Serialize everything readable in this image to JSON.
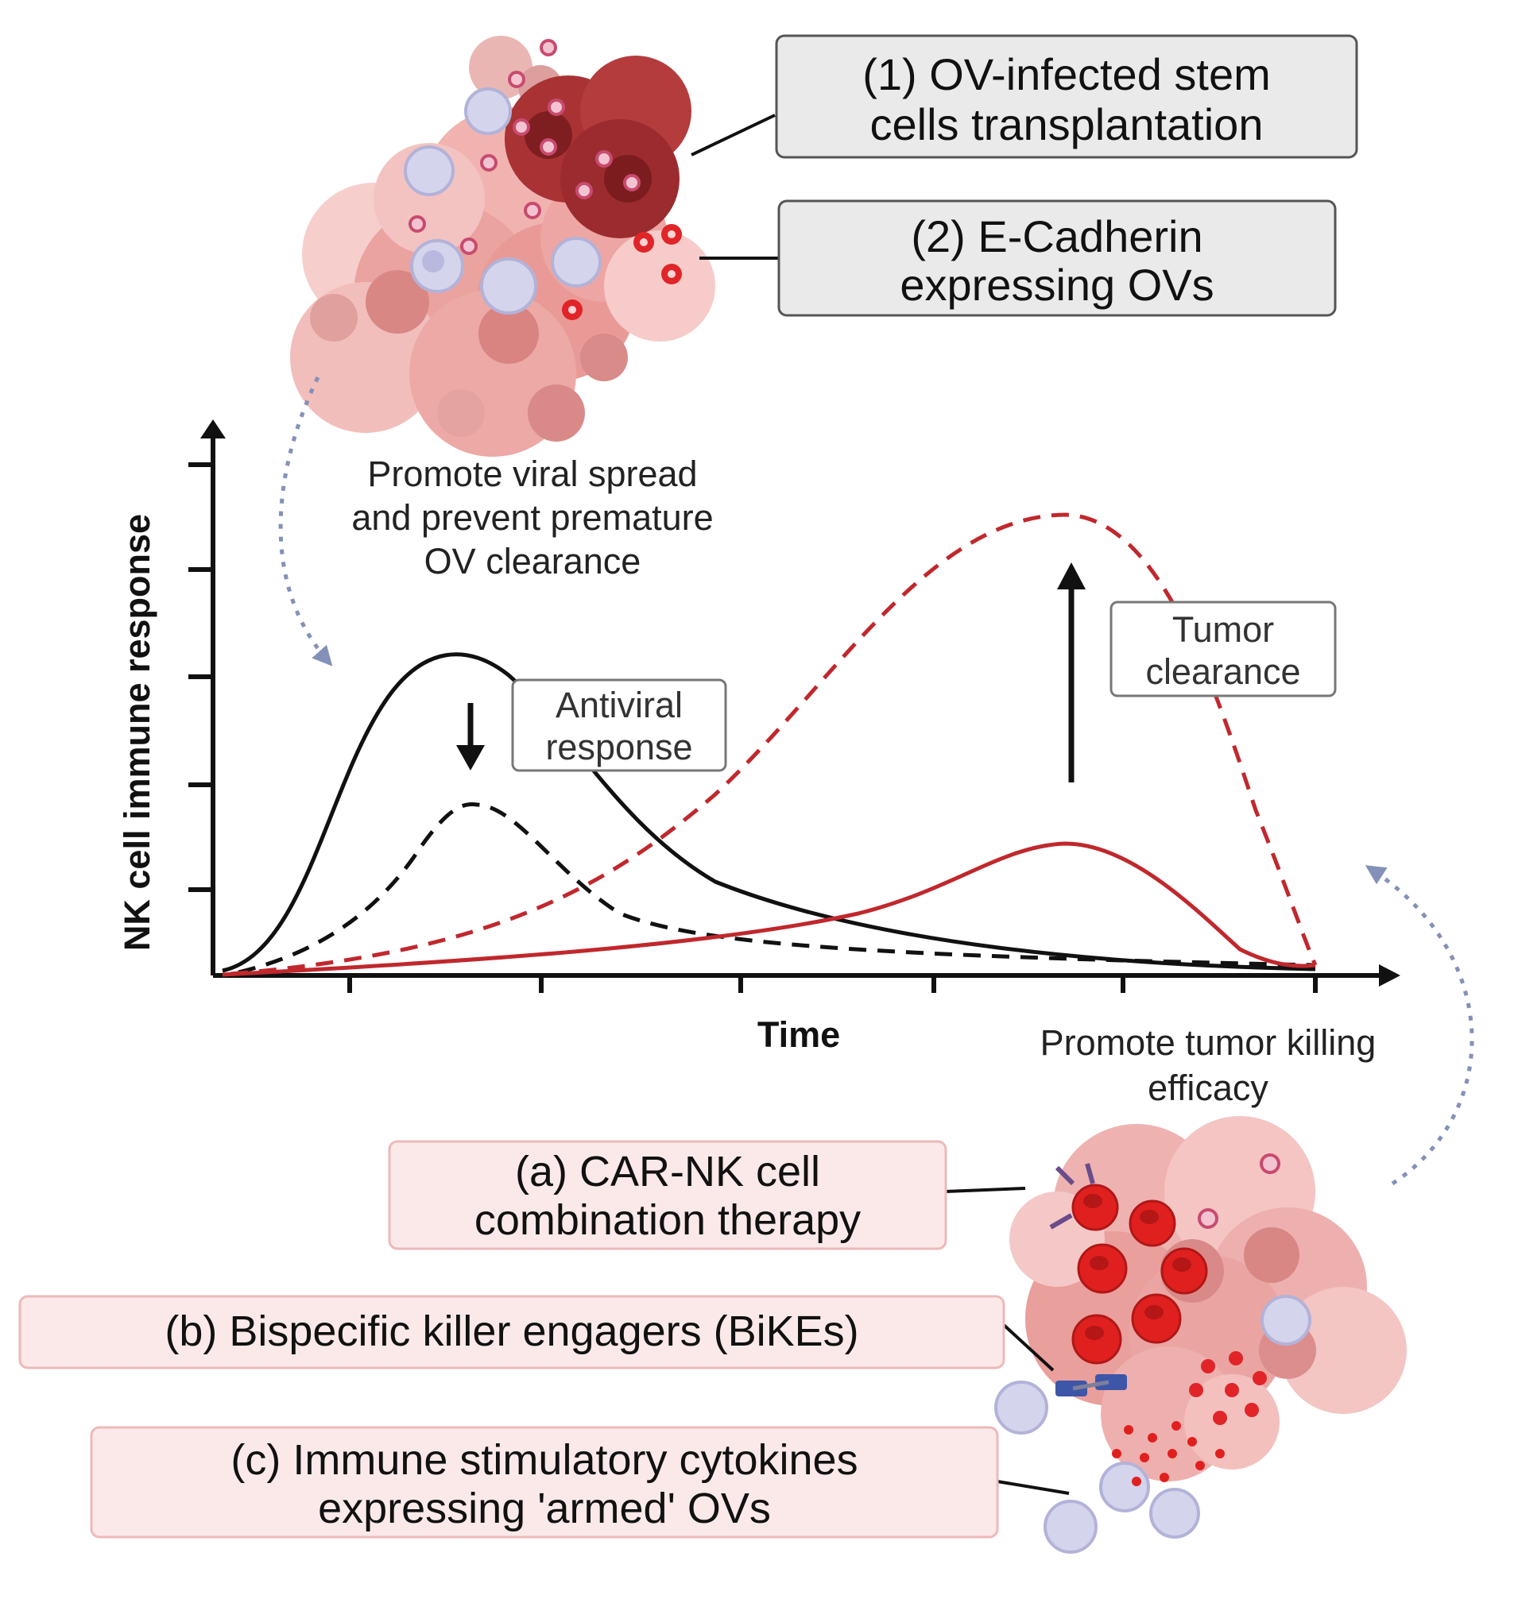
{
  "strategies_top": {
    "item1": {
      "line1": "(1) OV-infected stem",
      "line2": "cells transplantation"
    },
    "item2": {
      "line1": "(2) E-Cadherin",
      "line2": "expressing OVs"
    }
  },
  "strategies_bottom": {
    "item_a": {
      "line1": "(a) CAR-NK cell",
      "line2": "combination therapy"
    },
    "item_b": {
      "line1": "(b) Bispecific killer engagers (BiKEs)"
    },
    "item_c": {
      "line1": "(c) Immune stimulatory cytokines",
      "line2": "expressing 'armed' OVs"
    }
  },
  "annotations": {
    "viral_spread": {
      "line1": "Promote viral spread",
      "line2": "and prevent premature",
      "line3": "OV clearance"
    },
    "tumor_killing": {
      "line1": "Promote tumor killing",
      "line2": "efficacy"
    },
    "antiviral": {
      "line1": "Antiviral",
      "line2": "response"
    },
    "tumor_clearance": {
      "line1": "Tumor",
      "line2": "clearance"
    }
  },
  "chart": {
    "ylabel": "NK cell immune response",
    "xlabel": "Time"
  },
  "colors": {
    "antiviral_curve": "#111111",
    "tumor_curve": "#c0282d",
    "connector_arrow": "#8391b8",
    "top_box_fill": "#eaeaea",
    "bottom_box_fill": "#fbe9e9",
    "bottom_box_stroke": "#eeb9b9"
  },
  "icons": [
    "tumor-cluster-infected",
    "tumor-cluster-treated",
    "nk-cell",
    "oncolytic-virus",
    "car-nk-cell",
    "bike-antibody",
    "cytokine-dots"
  ]
}
